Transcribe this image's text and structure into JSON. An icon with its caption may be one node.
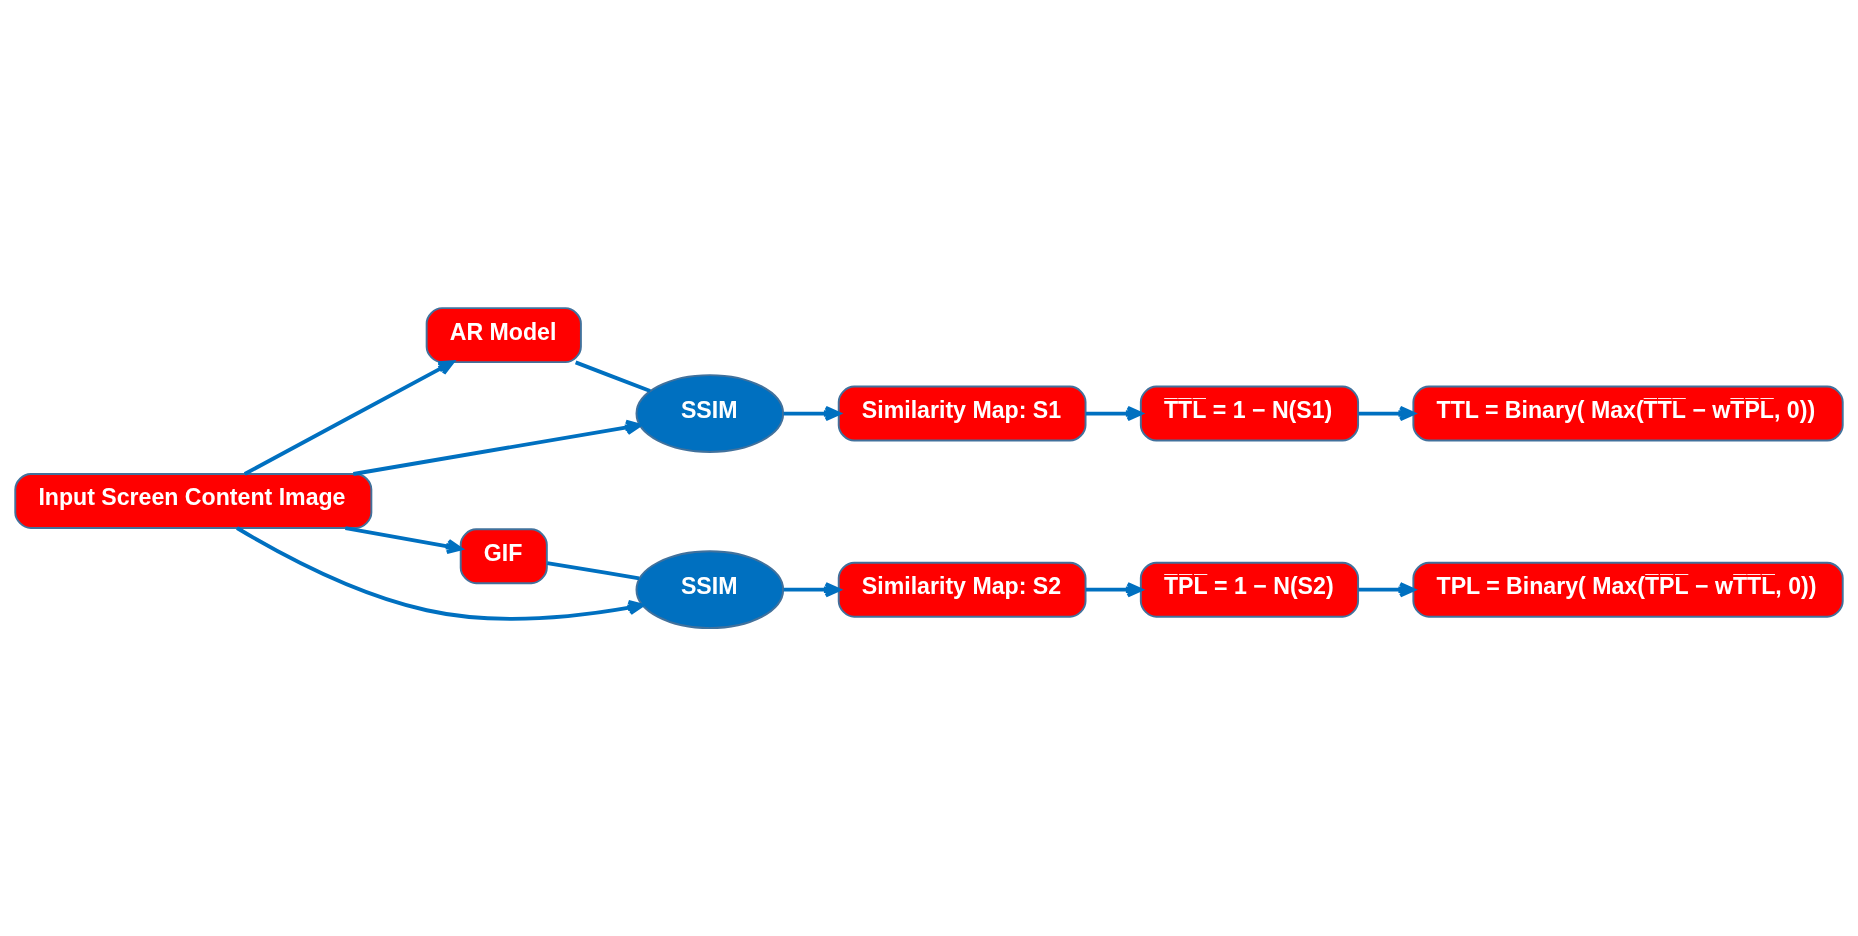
{
  "diagram": {
    "nodes": [
      {
        "text": [
          "Input Screen Content Image"
        ]
      },
      {
        "text": [
          "AR Model"
        ]
      },
      {
        "text": [
          "GIF"
        ]
      },
      {
        "text": [
          "SSIM"
        ]
      },
      {
        "text": [
          "Similarity Map: S1"
        ]
      },
      {
        "text": [
          "T̅T̅L̅ = 1 − N(S1)"
        ]
      },
      {
        "text": [
          "TTL = Binary( Max(T̅T̅L̅ − wT̅P̅L̅, 0))"
        ]
      },
      {
        "text": [
          "SSIM"
        ]
      },
      {
        "text": [
          "Similarity Map: S2"
        ]
      },
      {
        "text": [
          "T̅P̅L̅ = 1 − N(S2)"
        ]
      },
      {
        "text": [
          "TPL = Binary( Max(T̅P̅L̅ − wT̅T̅L̅, 0))"
        ]
      }
    ],
    "edges": [
      {
        "from": 0,
        "to": 1,
        "arrow": "to"
      },
      {
        "from": 0,
        "to": 2,
        "arrow": "to"
      },
      {
        "from": 0,
        "to": 3,
        "arrow": "to"
      },
      {
        "from": 1,
        "to": 3,
        "arrow": "none"
      },
      {
        "from": 3,
        "to": 4,
        "arrow": "to"
      },
      {
        "from": 4,
        "to": 5,
        "arrow": "to"
      },
      {
        "from": 5,
        "to": 6,
        "arrow": "to"
      },
      {
        "from": 0,
        "to": 7,
        "arrow": "to"
      },
      {
        "from": 2,
        "to": 7,
        "arrow": "none"
      },
      {
        "from": 7,
        "to": 8,
        "arrow": "to"
      },
      {
        "from": 8,
        "to": 9,
        "arrow": "to"
      },
      {
        "from": 9,
        "to": 10,
        "arrow": "to"
      }
    ]
  }
}
